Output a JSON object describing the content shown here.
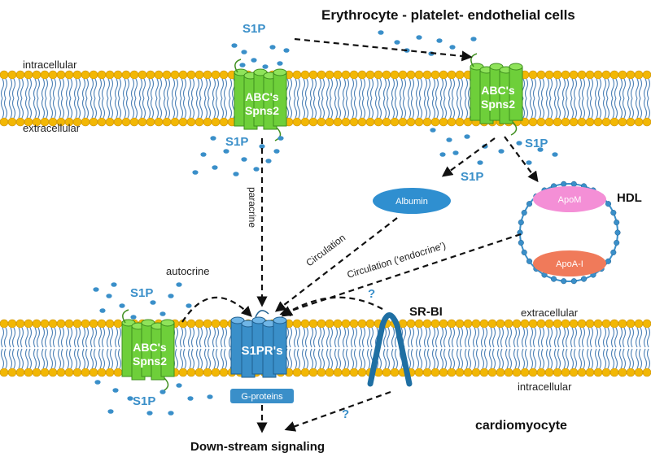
{
  "title": "Erythrocyte - platelet- endothelial cells",
  "labels": {
    "s1p": "S1P",
    "intracellular": "intracellular",
    "extracellular": "extracellular",
    "transporter_line1": "ABC's",
    "transporter_line2": "Spns2",
    "albumin": "Albumin",
    "hdl": "HDL",
    "apom": "ApoM",
    "apoa1": "ApoA-I",
    "paracrine": "paracrine",
    "autocrine": "autocrine",
    "circulation": "Circulation",
    "circulation_endocrine": "Circulation (‘endocrine’)",
    "question": "?",
    "srbi": "SR-BI",
    "s1prs": "S1PR's",
    "gproteins": "G-proteins",
    "downstream": "Down-stream signaling",
    "cardiomyocyte": "cardiomyocyte"
  },
  "colors": {
    "lipid_head": "#f2b705",
    "lipid_tail": "#4a7fb5",
    "transporter": "#6ecf3a",
    "transporter_dark": "#3f8f1f",
    "receptor": "#3a8fc9",
    "s1p_dot": "#3a8fc9",
    "albumin": "#2f8fd0",
    "apom": "#f48fd6",
    "apoa1": "#f07a5a",
    "srbi": "#1f6fa3"
  }
}
